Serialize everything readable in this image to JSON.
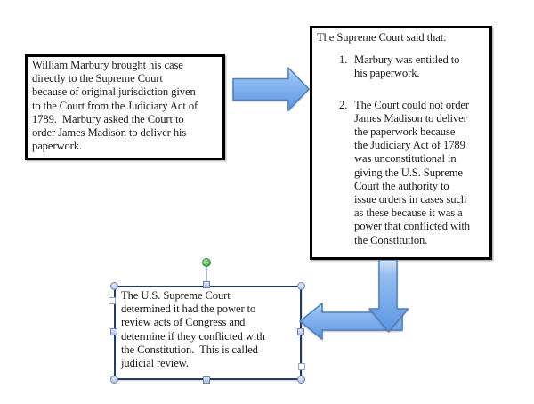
{
  "app": {
    "background": "#ffffff"
  },
  "colors": {
    "box_border": "#000000",
    "selected_box_border": "#253c5e",
    "text": "#1a1a1a",
    "arrow_top": "#d3e3f8",
    "arrow_mid": "#93bef1",
    "arrow_bottom": "#5d95e2",
    "arrow_stroke": "#4c80bf",
    "handle_fill": "#b9cbe8",
    "handle_stroke": "#6d86b5",
    "white_handle_fill": "#fdfdfd",
    "rotate_handle_fill": "#55b55c",
    "rotate_handle_stroke": "#3c8c43"
  },
  "diagram": {
    "box1": {
      "text": "William Marbury brought his case\ndirectly to the Supreme Court\nbecause of original jurisdiction given\nto the Court from the Judiciary Act of\n1789.  Marbury asked the Court to\norder James Madison to deliver his\npaperwork."
    },
    "box2": {
      "title": "The Supreme Court said that:",
      "items": [
        {
          "num": "1.",
          "text": "Marbury was entitled to\nhis paperwork."
        },
        {
          "num": "2.",
          "text": "The Court could not order\nJames Madison to deliver\nthe paperwork because\nthe Judiciary Act of 1789\nwas unconstitutional in\ngiving the U.S. Supreme\nCourt the authority to\nissue orders in cases such\nas these because it was a\npower that conflicted with\nthe Constitution."
        }
      ]
    },
    "box3": {
      "text": "The U.S. Supreme Court\ndetermined it had the power to\nreview acts of Congress and\ndetermine if they conflicted with\nthe Constitution.  This is called\njudicial review."
    },
    "shapes": [
      {
        "name": "block-arrow-right-icon"
      },
      {
        "name": "block-arrow-down-icon"
      },
      {
        "name": "block-arrow-left-icon"
      }
    ]
  }
}
